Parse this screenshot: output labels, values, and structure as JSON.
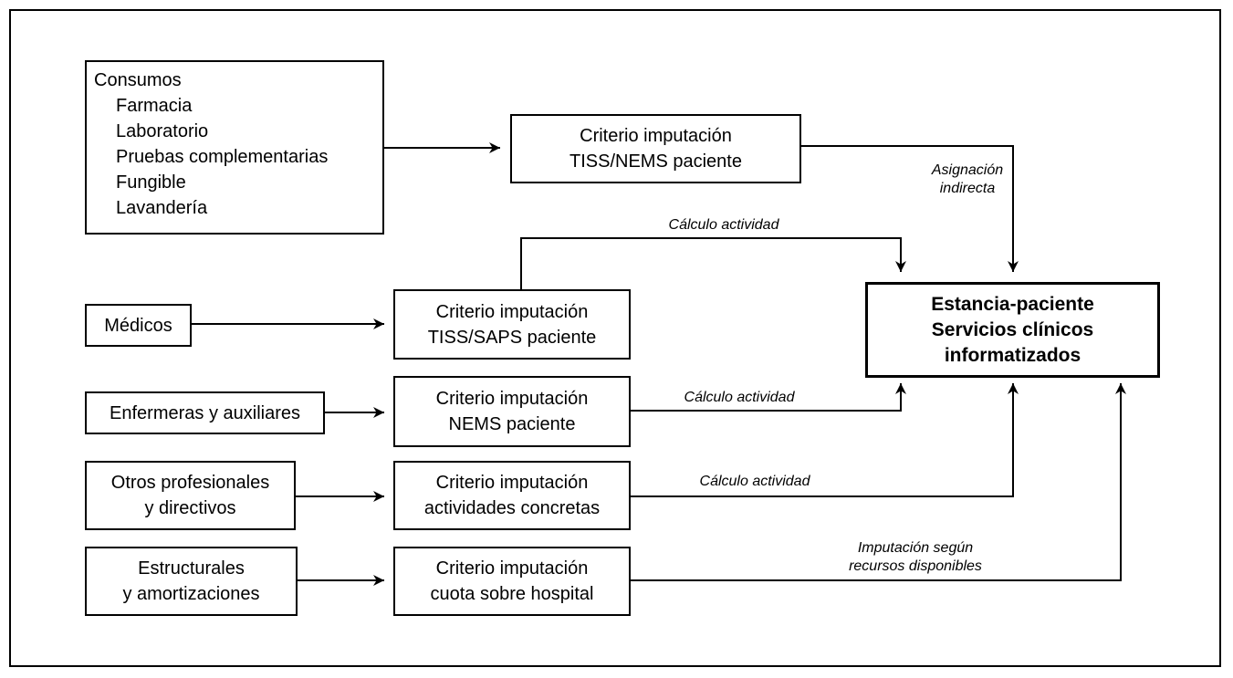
{
  "consumos": {
    "title": "Consumos",
    "items": [
      "Farmacia",
      "Laboratorio",
      "Pruebas complementarias",
      "Fungible",
      "Lavandería"
    ]
  },
  "sources": {
    "medicos": "Médicos",
    "enfermeras": "Enfermeras y auxiliares",
    "otros_line1": "Otros profesionales",
    "otros_line2": "y directivos",
    "estructurales_line1": "Estructurales",
    "estructurales_line2": "y amortizaciones"
  },
  "criteria": {
    "tiss_nems": {
      "line1": "Criterio imputación",
      "line2": "TISS/NEMS paciente"
    },
    "tiss_saps": {
      "line1": "Criterio imputación",
      "line2": "TISS/SAPS paciente"
    },
    "nems": {
      "line1": "Criterio imputación",
      "line2": "NEMS paciente"
    },
    "actividades": {
      "line1": "Criterio imputación",
      "line2": "actividades concretas"
    },
    "cuota": {
      "line1": "Criterio imputación",
      "line2": "cuota sobre hospital"
    }
  },
  "target": {
    "line1": "Estancia-paciente",
    "line2": "Servicios clínicos",
    "line3": "informatizados"
  },
  "labels": {
    "asignacion_line1": "Asignación",
    "asignacion_line2": "indirecta",
    "calculo_1": "Cálculo actividad",
    "calculo_2": "Cálculo actividad",
    "calculo_3": "Cálculo actividad",
    "imputacion_line1": "Imputación según",
    "imputacion_line2": "recursos disponibles"
  }
}
